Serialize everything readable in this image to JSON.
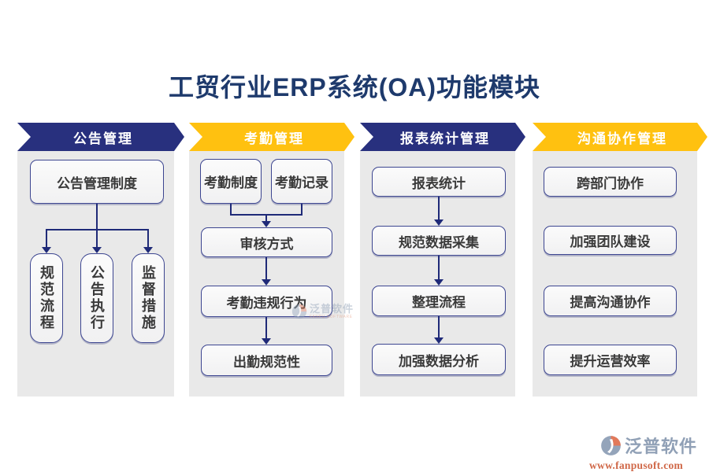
{
  "title": "工贸行业ERP系统(OA)功能模块",
  "columns": [
    {
      "header": "公告管理",
      "theme": "blue",
      "root": "公告管理制度",
      "children": [
        "规范流程",
        "公告执行",
        "监督措施"
      ]
    },
    {
      "header": "考勤管理",
      "theme": "yellow",
      "sources": [
        "考勤制度",
        "考勤记录"
      ],
      "flow": [
        "审核方式",
        "考勤违规行为",
        "出勤规范性"
      ]
    },
    {
      "header": "报表统计管理",
      "theme": "blue",
      "flow": [
        "报表统计",
        "规范数据采集",
        "整理流程",
        "加强数据分析"
      ]
    },
    {
      "header": "沟通协作管理",
      "theme": "yellow",
      "items": [
        "跨部门协作",
        "加强团队建设",
        "提高沟通协作",
        "提升运营效率"
      ]
    }
  ],
  "watermark": {
    "brand": "泛普软件",
    "caption": "FANPU SOFTWARE"
  },
  "footer_logo": {
    "brand": "泛普软件",
    "website": "www.fanpusoft.com"
  },
  "colors": {
    "title": "#1e3a6c",
    "header_blue": "#28307e",
    "header_yellow": "#ffc110",
    "column_bg": "#e9e9e9",
    "node_border": "#3c4590",
    "connector": "#1f2a78",
    "logo_gray": "#90a0b6",
    "logo_orange": "#d06848"
  }
}
